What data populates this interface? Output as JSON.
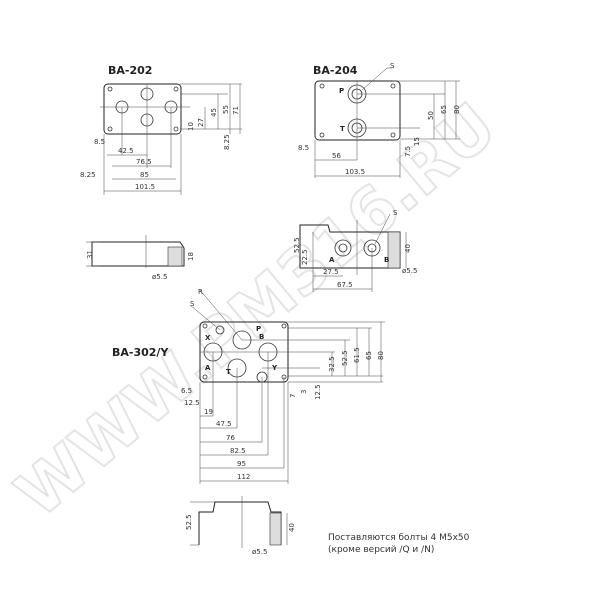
{
  "watermark": "WWW.PM316.RU",
  "ba202": {
    "title": "BA-202",
    "dims_h": [
      "8.5",
      "42.5",
      "76.5",
      "8.25",
      "85",
      "101.5"
    ],
    "dims_v": [
      "10",
      "27",
      "45",
      "55",
      "71",
      "8.25"
    ],
    "side": {
      "height": "31",
      "inner": "18",
      "bolt": "ø5.5"
    }
  },
  "ba204": {
    "title": "BA-204",
    "labels": {
      "s": "S",
      "p": "P",
      "t": "T"
    },
    "dims_h": [
      "8.5",
      "56",
      "103.5"
    ],
    "dims_v": [
      "50",
      "65",
      "80",
      "7.5",
      "15"
    ],
    "side": {
      "height": "52.5",
      "offset": "22.5",
      "a": "A",
      "b": "B",
      "d1": "27.5",
      "d2": "67.5",
      "inner": "40",
      "bolt": "ø5.5",
      "s": "S"
    }
  },
  "ba302": {
    "title": "BA-302/Y",
    "labels": {
      "r": "R",
      "s": "S",
      "x": "X",
      "p": "P",
      "b": "B",
      "a": "A",
      "t": "T",
      "y": "Y"
    },
    "dims_v": [
      "80",
      "65",
      "61.5",
      "52.5",
      "32.5",
      "12.5",
      "3",
      "7"
    ],
    "dims_h": [
      "6.5",
      "12.5",
      "19",
      "47.5",
      "76",
      "82.5",
      "95",
      "112"
    ],
    "side": {
      "height": "52.5",
      "inner": "40",
      "bolt": "ø5.5"
    }
  },
  "note": {
    "line1": "Поставляются болты 4 M5x50",
    "line2": "(кроме версий /Q и /N)"
  }
}
